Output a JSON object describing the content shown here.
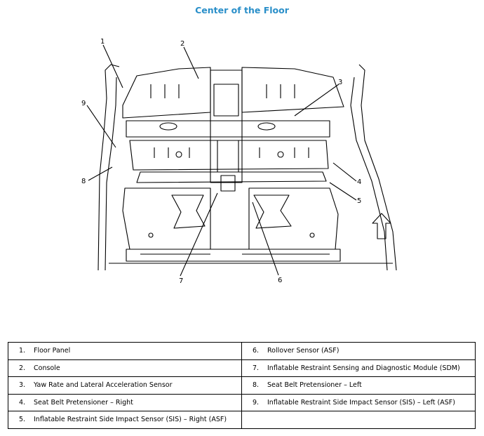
{
  "title": "Center of the Floor",
  "callouts": [
    "1",
    "2",
    "3",
    "4",
    "5",
    "6",
    "7",
    "8",
    "9"
  ],
  "legend": {
    "left": [
      {
        "num": "1.",
        "label": "Floor Panel"
      },
      {
        "num": "2.",
        "label": "Console"
      },
      {
        "num": "3.",
        "label": "Yaw Rate and Lateral Acceleration Sensor"
      },
      {
        "num": "4.",
        "label": "Seat Belt Pretensioner – Right"
      },
      {
        "num": "5.",
        "label": "Inflatable Restraint Side Impact Sensor (SIS) – Right (ASF)"
      }
    ],
    "right": [
      {
        "num": "6.",
        "label": "Rollover Sensor (ASF)"
      },
      {
        "num": "7.",
        "label": "Inflatable Restraint Sensing and Diagnostic Module (SDM)"
      },
      {
        "num": "8.",
        "label": "Seat Belt Pretensioner – Left"
      },
      {
        "num": "9.",
        "label": "Inflatable Restraint Side Impact Sensor (SIS) – Left (ASF)"
      }
    ]
  }
}
